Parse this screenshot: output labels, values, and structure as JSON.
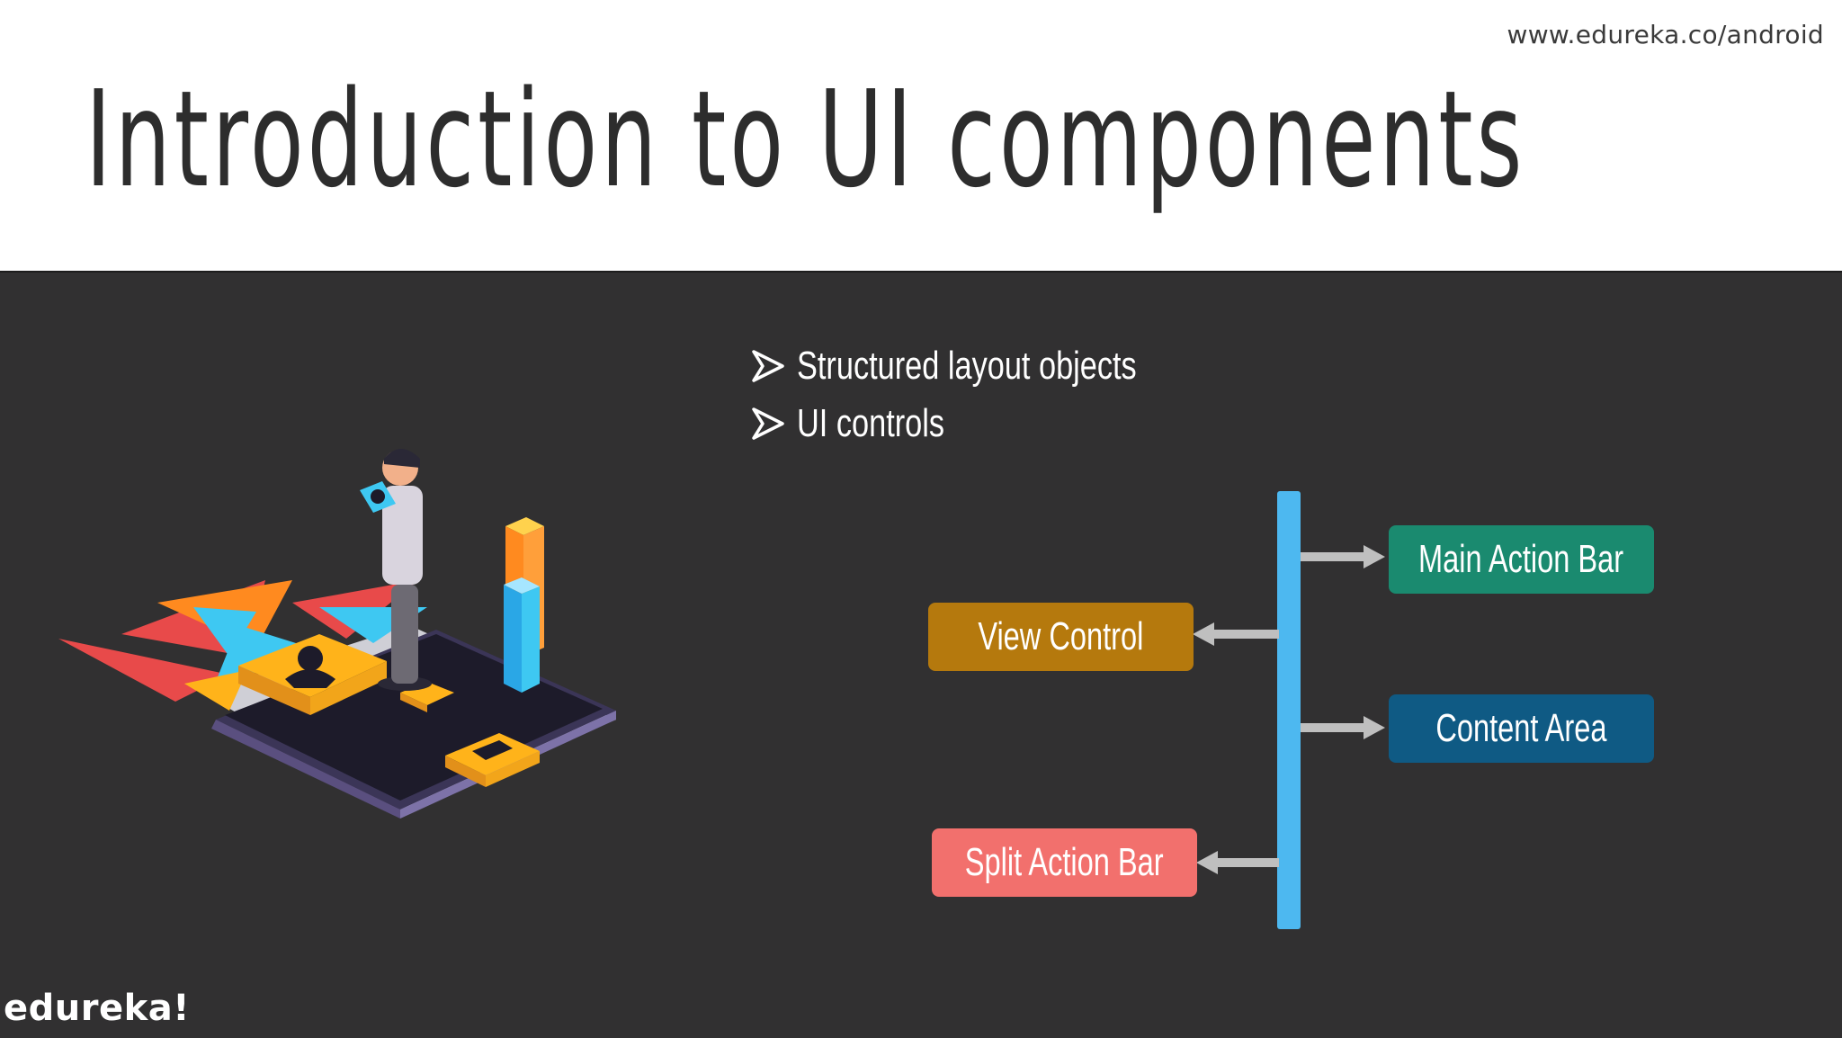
{
  "header": {
    "url": "www.edureka.co/android",
    "title": "Introduction to UI components"
  },
  "bullets": [
    {
      "text": "Structured layout objects"
    },
    {
      "text": "UI controls"
    }
  ],
  "diagram": {
    "boxes": {
      "main_action_bar": {
        "label": "Main Action Bar",
        "color": "#1a8a6f"
      },
      "view_control": {
        "label": "View Control",
        "color": "#b5790d"
      },
      "content_area": {
        "label": "Content Area",
        "color": "#0f5a84"
      },
      "split_action_bar": {
        "label": "Split Action Bar",
        "color": "#f2706d"
      }
    },
    "bar_color": "#4db8f0",
    "arrow_color": "#bfbfbf"
  },
  "brand": {
    "logo": "edureka!"
  },
  "colors": {
    "panel_bg": "#313031",
    "title_text": "#2d2d2d"
  }
}
